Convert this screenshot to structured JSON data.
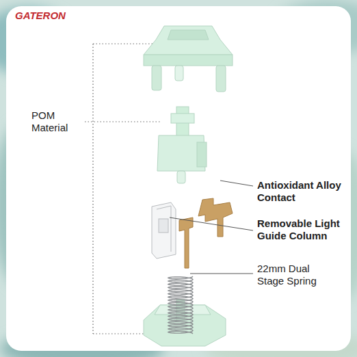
{
  "diagram": {
    "labels": [
      "GATERON",
      "POM Material",
      "Antioxidant Alloy Contact",
      "Removable Light Guide Column",
      "22mm Dual Stage Spring"
    ]
  }
}
